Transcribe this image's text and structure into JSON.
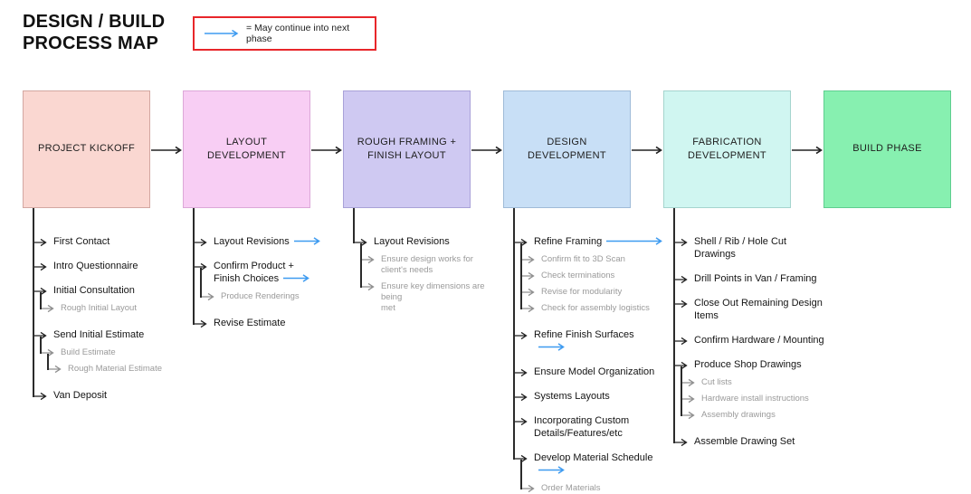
{
  "title": "DESIGN / BUILD\nPROCESS MAP",
  "legend": {
    "arrow_icon": "continue-arrow-icon",
    "text": "= May continue into next phase",
    "border_color": "#e8262a",
    "arrow_color": "#3e9bf0"
  },
  "connector_color": "#222222",
  "phases": [
    {
      "name": "PROJECT KICKOFF",
      "fill": "#fad7d1",
      "border": "#d3a7a1",
      "tasks": [
        {
          "label": "First Contact",
          "level": 0
        },
        {
          "label": "Intro Questionnaire",
          "level": 0
        },
        {
          "label": "Initial Consultation",
          "level": 0
        },
        {
          "label": "Rough Initial Layout",
          "level": 1
        },
        {
          "label": "Send Initial Estimate",
          "level": 0
        },
        {
          "label": "Build Estimate",
          "level": 1
        },
        {
          "label": "Rough Material Estimate",
          "level": 2
        },
        {
          "label": "Van Deposit",
          "level": 0
        }
      ]
    },
    {
      "name": "LAYOUT\nDEVELOPMENT",
      "fill": "#f8cef4",
      "border": "#dca8d8",
      "tasks": [
        {
          "label": "Layout Revisions",
          "level": 0,
          "continues": true
        },
        {
          "label": "Confirm Product +\nFinish Choices",
          "level": 0,
          "continues": true
        },
        {
          "label": "Produce Renderings",
          "level": 1
        },
        {
          "label": "Revise Estimate",
          "level": 0
        }
      ]
    },
    {
      "name": "ROUGH FRAMING +\nFINISH LAYOUT",
      "fill": "#cfc9f2",
      "border": "#a9a2d8",
      "tasks": [
        {
          "label": "Layout Revisions",
          "level": 0
        },
        {
          "label": "Ensure design works for\nclient's needs",
          "level": 1
        },
        {
          "label": "Ensure key dimensions are being\nmet",
          "level": 1
        }
      ]
    },
    {
      "name": "DESIGN\nDEVELOPMENT",
      "fill": "#c8dff6",
      "border": "#9fbbd8",
      "tasks": [
        {
          "label": "Refine Framing",
          "level": 0,
          "continues": true,
          "continues_long": true
        },
        {
          "label": "Confirm fit to 3D Scan",
          "level": 1
        },
        {
          "label": "Check terminations",
          "level": 1
        },
        {
          "label": "Revise for modularity",
          "level": 1
        },
        {
          "label": "Check for assembly logistics",
          "level": 1
        },
        {
          "label": "Refine Finish Surfaces",
          "level": 0,
          "continues": true
        },
        {
          "label": "Ensure Model Organization",
          "level": 0
        },
        {
          "label": "Systems Layouts",
          "level": 0
        },
        {
          "label": "Incorporating Custom\nDetails/Features/etc",
          "level": 0
        },
        {
          "label": "Develop Material Schedule",
          "level": 0,
          "continues": true
        },
        {
          "label": "Order Materials",
          "level": 1
        }
      ]
    },
    {
      "name": "FABRICATION\nDEVELOPMENT",
      "fill": "#d0f6f1",
      "border": "#a5d4ce",
      "tasks": [
        {
          "label": "Shell / Rib / Hole Cut Drawings",
          "level": 0
        },
        {
          "label": "Drill Points in Van / Framing",
          "level": 0
        },
        {
          "label": "Close Out Remaining Design\nItems",
          "level": 0
        },
        {
          "label": "Confirm Hardware / Mounting",
          "level": 0
        },
        {
          "label": "Produce Shop Drawings",
          "level": 0
        },
        {
          "label": "Cut lists",
          "level": 1
        },
        {
          "label": "Hardware install instructions",
          "level": 1
        },
        {
          "label": "Assembly drawings",
          "level": 1
        },
        {
          "label": "Assemble Drawing Set",
          "level": 0
        }
      ]
    },
    {
      "name": "BUILD PHASE",
      "fill": "#87f0b0",
      "border": "#5fce8f",
      "tasks": []
    }
  ]
}
